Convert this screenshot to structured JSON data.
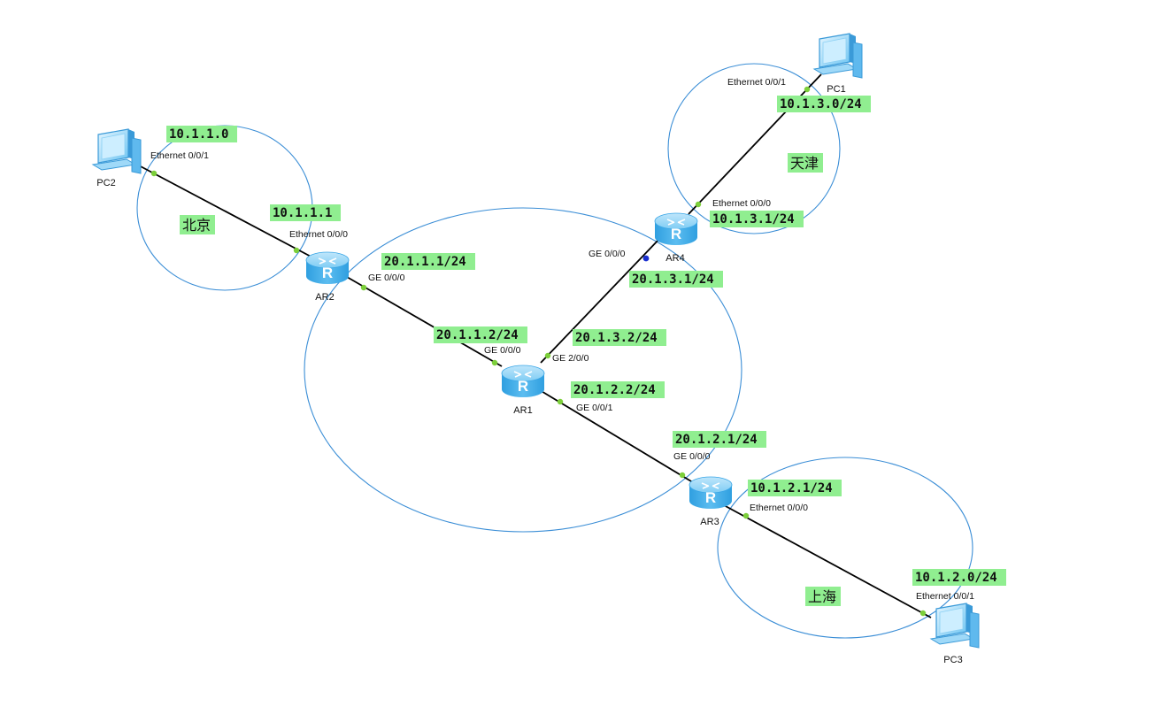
{
  "regions": {
    "beijing": "北京",
    "tianjin": "天津",
    "shanghai": "上海"
  },
  "devices": {
    "pc1": "PC1",
    "pc2": "PC2",
    "pc3": "PC3",
    "ar1": "AR1",
    "ar2": "AR2",
    "ar3": "AR3",
    "ar4": "AR4"
  },
  "ports": {
    "pc2_eth": "Ethernet 0/0/1",
    "ar2_eth": "Ethernet 0/0/0",
    "ar2_ge": "GE 0/0/0",
    "ar1_ge000": "GE 0/0/0",
    "ar1_ge200": "GE 2/0/0",
    "ar1_ge001": "GE 0/0/1",
    "ar4_ge": "GE 0/0/0",
    "ar4_eth": "Ethernet 0/0/0",
    "pc1_eth": "Ethernet 0/0/1",
    "ar3_ge": "GE 0/0/0",
    "ar3_eth": "Ethernet 0/0/0",
    "pc3_eth": "Ethernet 0/0/1"
  },
  "addresses": {
    "pc2_net": "10.1.1.0",
    "ar2_eth_ip": "10.1.1.1",
    "ar2_ge_ip": "20.1.1.1/24",
    "ar1_ge000_ip": "20.1.1.2/24",
    "ar1_ge200_ip": "20.1.3.2/24",
    "ar1_ge001_ip": "20.1.2.2/24",
    "ar4_ge_ip": "20.1.3.1/24",
    "ar4_eth_ip": "10.1.3.1/24",
    "pc1_net": "10.1.3.0/24",
    "ar3_ge_ip": "20.1.2.1/24",
    "ar3_eth_ip": "10.1.2.1/24",
    "pc3_net": "10.1.2.0/24"
  },
  "colors": {
    "label_bg": "#90ee90",
    "zone_stroke": "#3b8ed6",
    "router_body": "#4fb3ec",
    "port_dot": "#7ccf3a",
    "port_dot_active": "#1a2fd0"
  }
}
